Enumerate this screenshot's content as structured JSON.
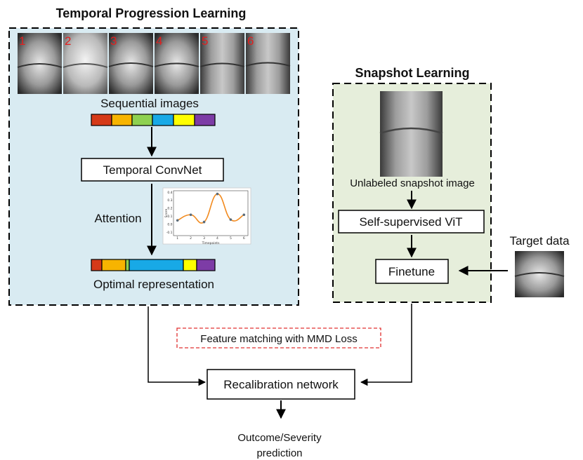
{
  "temporal_panel": {
    "title": "Temporal Progression Learning",
    "image_numbers": [
      "1",
      "2",
      "3",
      "4",
      "5",
      "6"
    ],
    "sequential_label": "Sequential images",
    "convnet_label": "Temporal ConvNet",
    "attention_label": "Attention",
    "optimal_label": "Optimal representation",
    "feature_colors": [
      "#d53a18",
      "#f7b400",
      "#8ed150",
      "#18a9e6",
      "#ffff00",
      "#7d3ca6"
    ]
  },
  "attention_plot": {
    "ylabel": "Score",
    "xlabel": "Timepoints",
    "xticks": [
      "1",
      "2",
      "3",
      "4",
      "5",
      "6"
    ],
    "yticks": [
      "0.4",
      "0.3",
      "0.2",
      "0.1",
      "0.0",
      "-0.1"
    ],
    "points": [
      {
        "x": 1,
        "y": 0.05
      },
      {
        "x": 2,
        "y": 0.12
      },
      {
        "x": 3,
        "y": 0.03
      },
      {
        "x": 4,
        "y": 0.38
      },
      {
        "x": 5,
        "y": 0.06
      },
      {
        "x": 6,
        "y": 0.12
      }
    ],
    "curve_color": "#f28a1e"
  },
  "snapshot_panel": {
    "title": "Snapshot Learning",
    "image_label": "Unlabeled snapshot image",
    "vit_label": "Self-supervised ViT",
    "finetune_label": "Finetune"
  },
  "target": {
    "label": "Target data"
  },
  "bottom": {
    "mmd_label": "Feature matching with MMD Loss",
    "recal_label": "Recalibration network",
    "outcome_line1": "Outcome/Severity",
    "outcome_line2": "prediction"
  },
  "colors": {
    "temporal_bg": "#d9ebf2",
    "snapshot_bg": "#e6eedb",
    "mmd_border": "#e03030"
  }
}
